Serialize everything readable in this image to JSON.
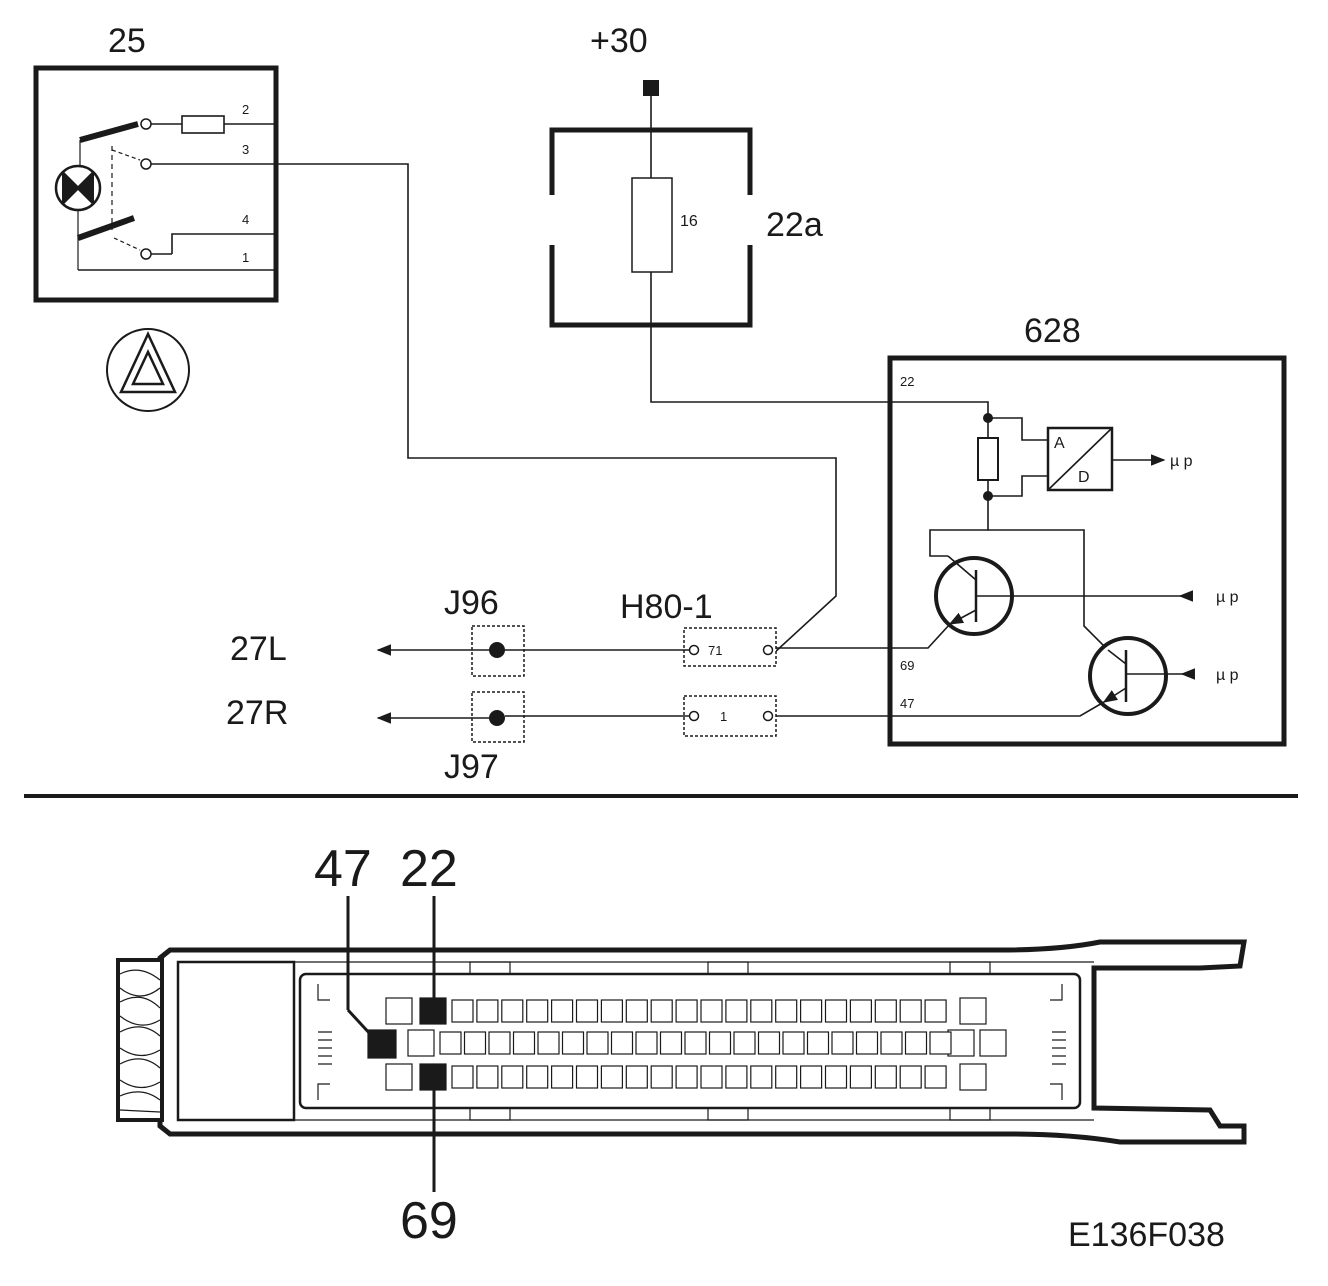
{
  "diagram": {
    "hazard_switch": {
      "id": "25",
      "pins": [
        "2",
        "3",
        "4",
        "1"
      ]
    },
    "supply": {
      "id": "+30"
    },
    "fuse_box": {
      "id": "22a",
      "fuse": "16"
    },
    "control_module": {
      "id": "628",
      "pins": [
        "22",
        "69",
        "47"
      ],
      "adc_a": "A",
      "adc_d": "D",
      "mu_p": "µ p"
    },
    "connector": {
      "id": "H80-1",
      "pin_top": "71",
      "pin_bottom": "1"
    },
    "junction_top": "J96",
    "junction_bottom": "J97",
    "output_left": "27L",
    "output_right": "27R",
    "pin_callouts": {
      "left": "47",
      "top": "22",
      "bottom": "69"
    },
    "figure_code": "E136F038"
  },
  "colors": {
    "line": "#1a1a1a",
    "background": "#ffffff"
  }
}
